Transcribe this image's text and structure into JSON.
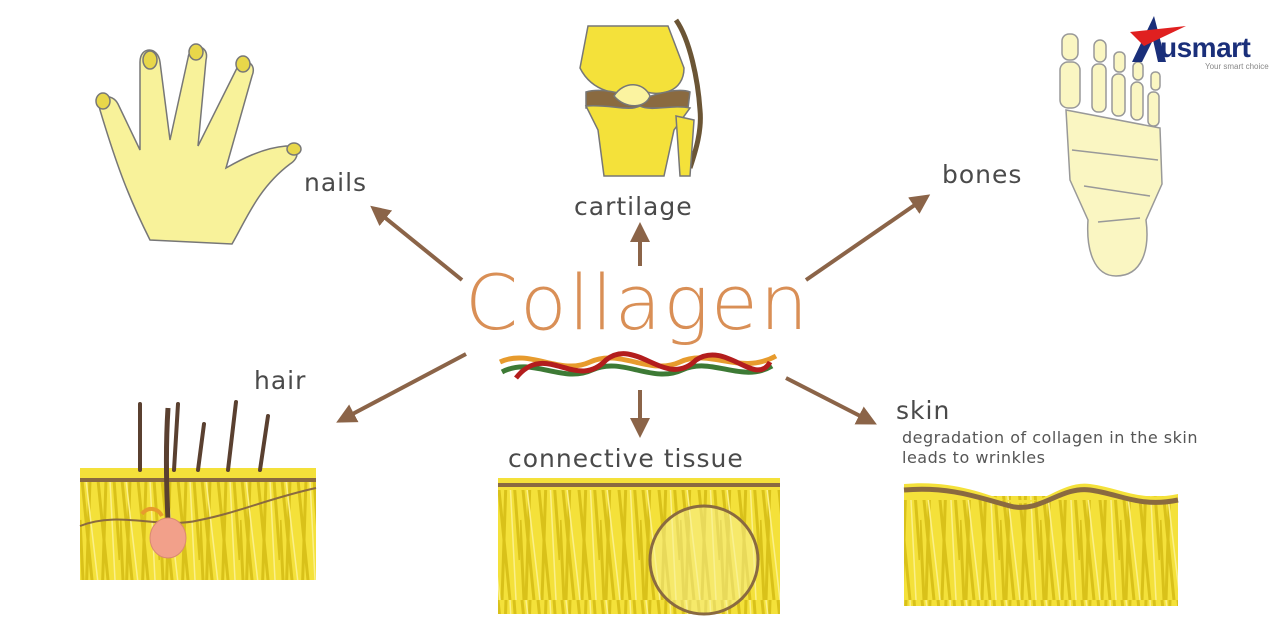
{
  "title": "Collagen",
  "labels": {
    "nails": "nails",
    "cartilage": "cartilage",
    "bones": "bones",
    "hair": "hair",
    "connective_tissue": "connective tissue",
    "skin": "skin",
    "skin_note_line1": "degradation of collagen in the skin",
    "skin_note_line2": "leads to wrinkles"
  },
  "logo": {
    "name": "usmart",
    "tagline": "Your smart choice",
    "colors": {
      "primary": "#1a2f7a",
      "accent": "#e02020"
    }
  },
  "colors": {
    "title": "#d98f56",
    "arrow": "#8b6448",
    "tissue_yellow": "#f4e13a",
    "fiber_yellow": "#d9c11a",
    "membrane_brown": "#8a6a40",
    "illustration_fill": "#f8f29a"
  },
  "icons": [
    "hand-icon",
    "knee-icon",
    "foot-bones-icon",
    "hair-follicle-icon",
    "connective-tissue-icon",
    "skin-tissue-icon",
    "collagen-helix-icon"
  ]
}
